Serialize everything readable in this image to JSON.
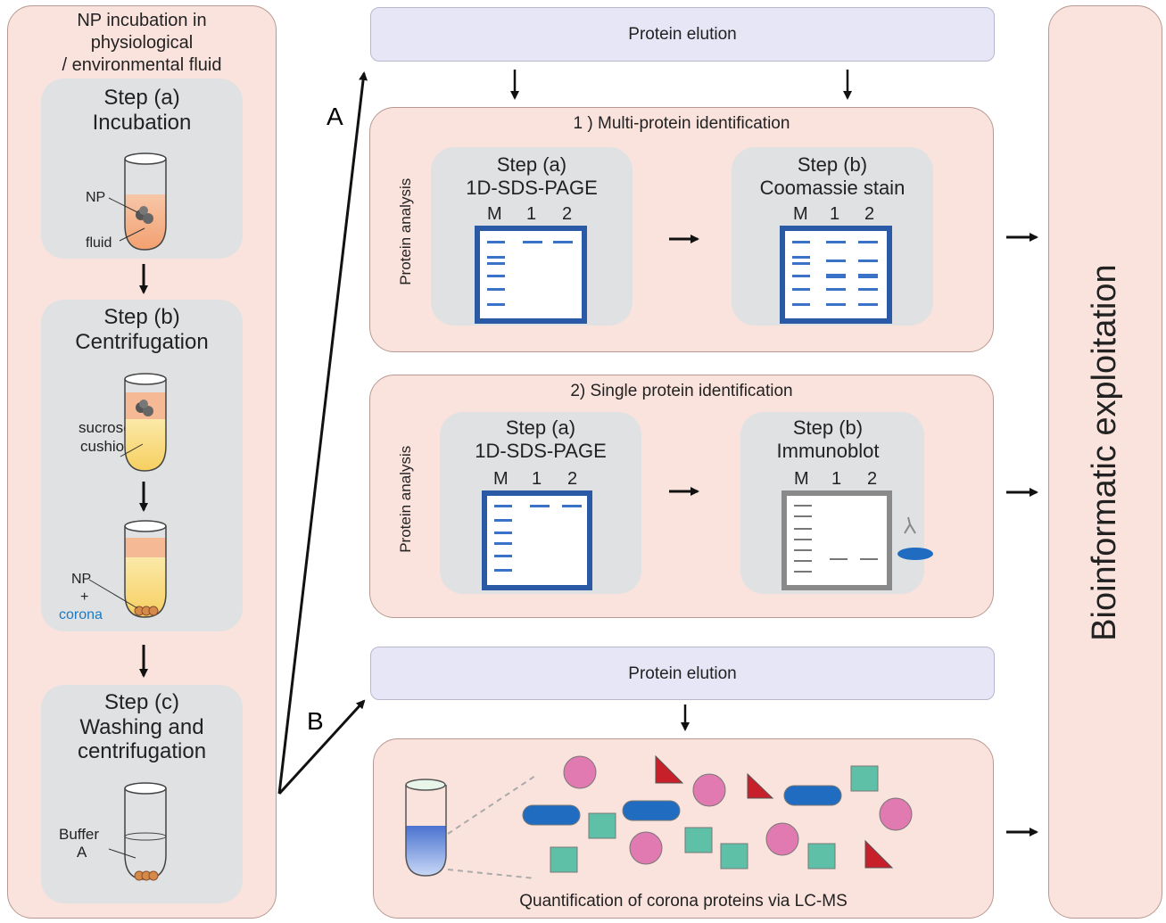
{
  "left_panel": {
    "title_lines": [
      "NP  incubation  in",
      "physiological",
      "/ environmental  fluid"
    ],
    "step_a": {
      "title": "Step  (a)",
      "subtitle": "Incubation",
      "np_label": "NP",
      "fluid_label": "fluid"
    },
    "step_b": {
      "title": "Step  (b)",
      "subtitle": "Centrifugation",
      "cushion_label_1": "sucrose",
      "cushion_label_2": "cushion",
      "np_label": "NP",
      "plus": "+",
      "corona_label": "corona"
    },
    "step_c": {
      "title": "Step  (c)",
      "subtitle_1": "Washing  and",
      "subtitle_2": "centrifugation",
      "buffer_label_1": "Buffer",
      "buffer_label_2": "A"
    }
  },
  "routes": {
    "a": "A",
    "b": "B"
  },
  "top_elution": "Protein  elution",
  "bottom_elution": "Protein  elution",
  "multi": {
    "title": "1 )   Multi-protein  identification",
    "side_label": "Protein  analysis",
    "step_a_title": "Step  (a)",
    "step_a_sub": "1D-SDS-PAGE",
    "step_b_title": "Step  (b)",
    "step_b_sub": "Coomassie  stain",
    "lanes": [
      "M",
      "1",
      "2"
    ]
  },
  "single": {
    "title": "2)  Single  protein  identification",
    "side_label": "Protein  analysis",
    "step_a_title": "Step  (a)",
    "step_a_sub": "1D-SDS-PAGE",
    "step_b_title": "Step  (b)",
    "step_b_sub": "Immunoblot",
    "lanes": [
      "M",
      "1",
      "2"
    ]
  },
  "lcms_caption": "Quantification  of  corona  proteins  via  LC-MS",
  "bioinformatic": "Bioinformatic   exploitation",
  "colors": {
    "panel": "#fbe3dd",
    "gel_blue": "#2a5aa6",
    "corona": "#1a7bc4",
    "pink": "#e07ab0",
    "teal": "#5fc0a8",
    "red": "#c8202a",
    "blue_oval": "#1f6cc0"
  }
}
